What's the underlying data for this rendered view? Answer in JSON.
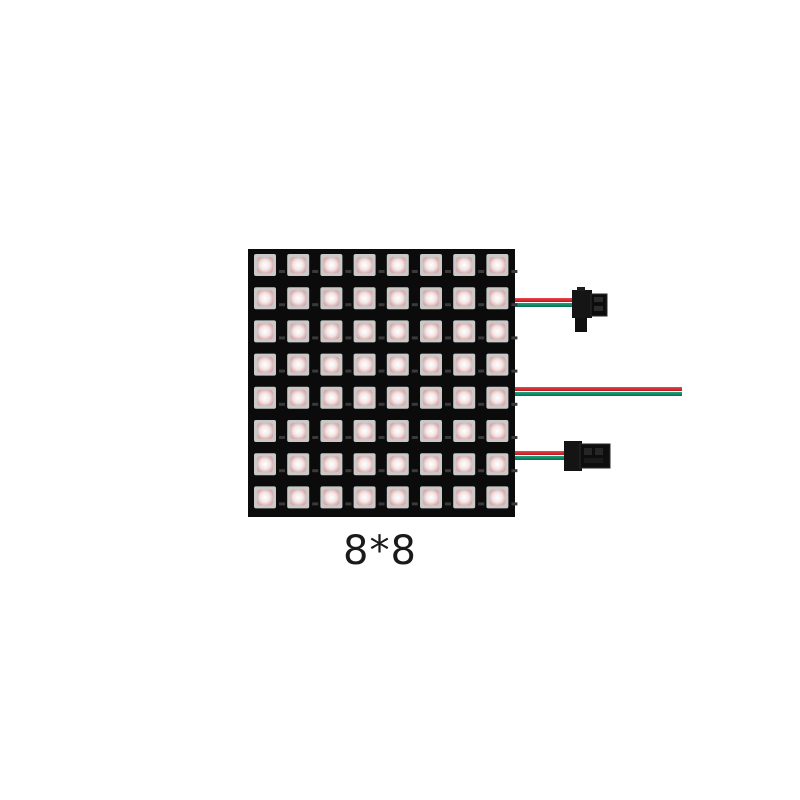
{
  "product": {
    "caption": "8*8",
    "grid_rows": 8,
    "grid_cols": 8
  },
  "colors": {
    "background": "#ffffff",
    "pcb": "#0b0b0b",
    "led_frame": "#c9c9c9",
    "led_die": "#f3f3f3",
    "led_tint": "#e8b9b9",
    "wire_red": "#d8232a",
    "wire_green": "#128a66",
    "connector": "#111111"
  },
  "icons": {
    "led_matrix": "led-matrix-board",
    "connector_top": "jst-sm-connector-icon",
    "connector_bottom": "jst-sm-connector-icon"
  }
}
